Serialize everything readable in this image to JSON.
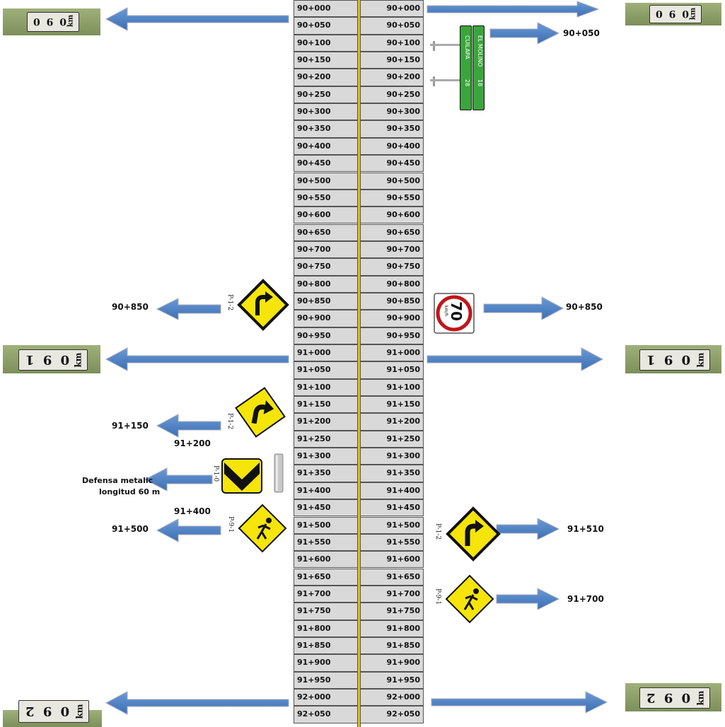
{
  "stations": [
    "90+000",
    "90+050",
    "90+100",
    "90+150",
    "90+200",
    "90+250",
    "90+300",
    "90+350",
    "90+400",
    "90+450",
    "90+500",
    "90+550",
    "90+600",
    "90+650",
    "90+700",
    "90+750",
    "90+800",
    "90+850",
    "90+900",
    "90+950",
    "91+000",
    "91+050",
    "91+100",
    "91+150",
    "91+200",
    "91+250",
    "91+300",
    "91+350",
    "91+400",
    "91+450",
    "91+500",
    "91+550",
    "91+600",
    "91+650",
    "91+700",
    "91+750",
    "91+800",
    "91+850",
    "91+900",
    "91+950",
    "92+000",
    "92+050"
  ],
  "labels": {
    "l_90850": "90+850",
    "l_91150": "91+150",
    "l_91200": "91+200",
    "l_defensa_1": "Defensa metalic",
    "l_defensa_2": "longitud 60 m",
    "l_91400": "91+400",
    "l_91500": "91+500",
    "r_90050": "90+050",
    "r_90850": "90+850",
    "r_91510": "91+510",
    "r_91700": "91+700"
  },
  "sign_codes": {
    "left_curve_1": "P-1-2",
    "left_curve_2": "P-1-2",
    "chevron": "P-1-0",
    "left_ped": "P-9-1",
    "right_curve": "P-1-2",
    "right_ped": "P-9-1"
  },
  "speed_sign": {
    "value": "70",
    "unit": "km/h"
  },
  "guide_sign": {
    "dest1": "EL MOLINO",
    "dist1": "18",
    "dest2": "CUILAPA",
    "dist2": "28"
  },
  "km_markers": {
    "top": {
      "km": "km",
      "digits": "0 9 0"
    },
    "mid": {
      "km": "km",
      "digits": "0 9 1"
    },
    "bottom": {
      "km": "km",
      "digits": "0 9 2"
    }
  },
  "colors": {
    "arrow": "#4f81bd",
    "warning_yellow": "#f5e50a",
    "guide_green": "#3aa53a",
    "road_gray": "#d9d9d9",
    "centerline": "#d9c020"
  }
}
